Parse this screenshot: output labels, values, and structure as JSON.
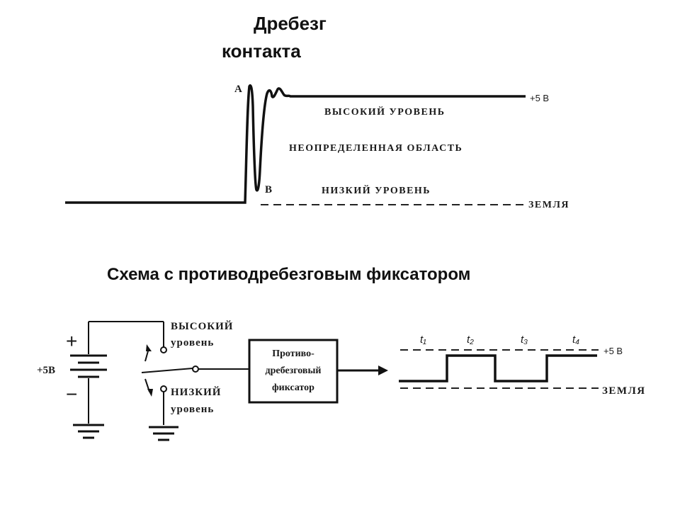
{
  "top": {
    "title_line1": "Дребезг",
    "title_line2": "контакта",
    "label_a": "A",
    "label_b": "B",
    "voltage": "+5 B",
    "high_level": "ВЫСОКИЙ УРОВЕНЬ",
    "undefined_region": "НЕОПРЕДЕЛЕННАЯ ОБЛАСТЬ",
    "low_level": "НИЗКИЙ УРОВЕНЬ",
    "ground": "ЗЕМЛЯ"
  },
  "bottom": {
    "title": "Схема с противодребезговым фиксатором",
    "battery_plus": "+",
    "battery_minus": "−",
    "battery_voltage": "+5B",
    "switch_high_line1": "ВЫСОКИЙ",
    "switch_high_line2": "уровень",
    "switch_low_line1": "НИЗКИЙ",
    "switch_low_line2": "уровень",
    "latch_line1": "Противо-",
    "latch_line2": "дребезговый",
    "latch_line3": "фиксатор",
    "t1": "t₁",
    "t2": "t₂",
    "t3": "t₃",
    "t4": "t₄",
    "voltage": "+5 B",
    "ground": "ЗЕМЛЯ"
  }
}
